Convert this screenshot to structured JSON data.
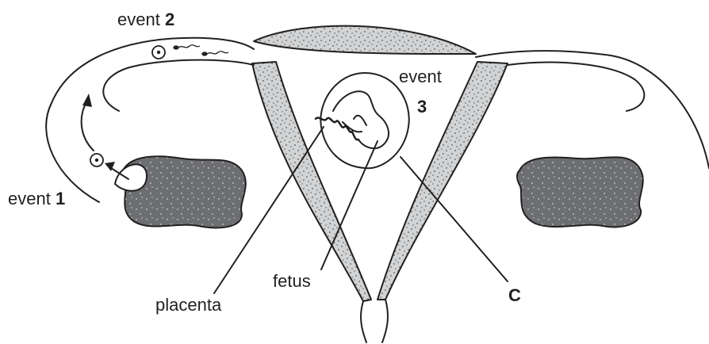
{
  "labels": {
    "event1_word": "event",
    "event1_num": "1",
    "event2_word": "event",
    "event2_num": "2",
    "event3_word": "event",
    "event3_num": "3",
    "fetus": "fetus",
    "placenta": "placenta",
    "c": "C"
  },
  "colors": {
    "line": "#231f20",
    "uterine_wall": "#d1d3d4",
    "ovary": "#6d6e71",
    "background": "#ffffff"
  },
  "icons": [
    "egg-cell-icon",
    "sperm-icon",
    "arrow-icon"
  ]
}
